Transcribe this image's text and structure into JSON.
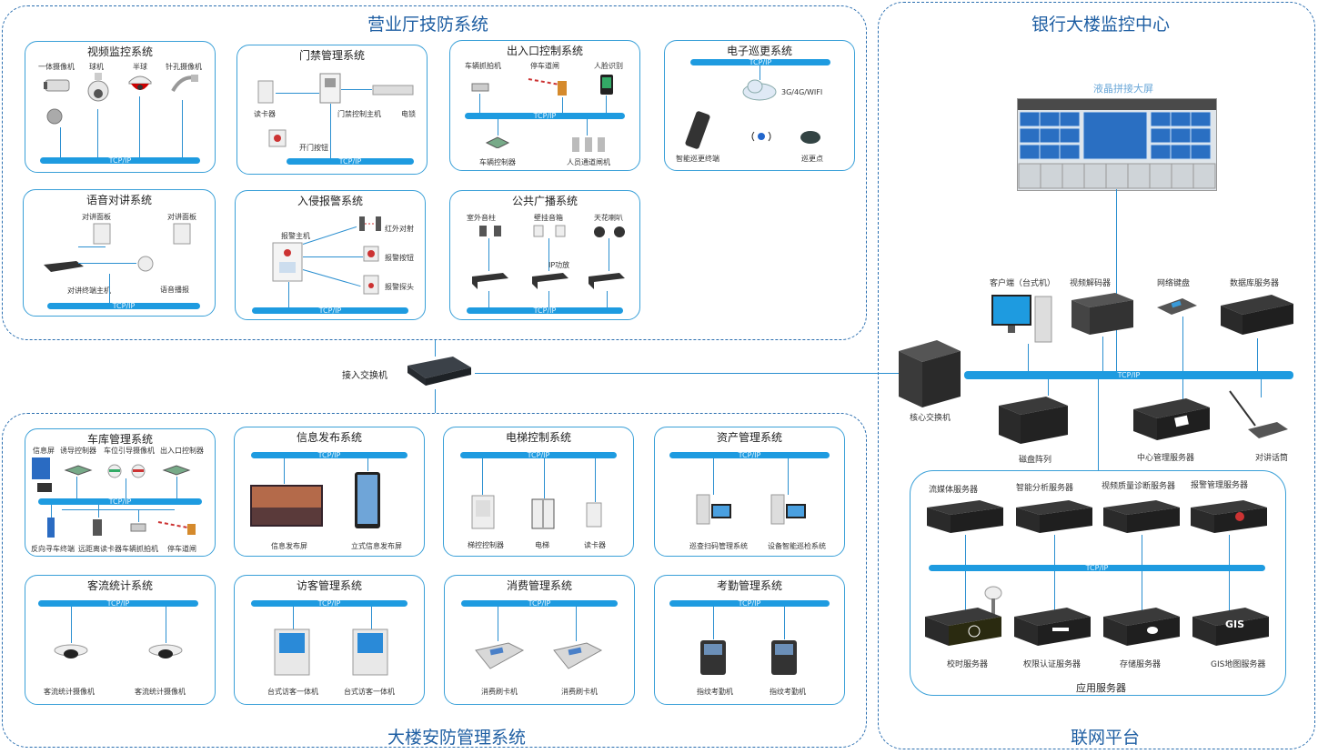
{
  "regions": {
    "bank_hall": "营业厅技防系统",
    "building": "大楼安防管理系统",
    "monitor_center": "银行大楼监控中心",
    "network_platform": "联网平台"
  },
  "systems": {
    "video": {
      "title": "视频监控系统",
      "bus": "TCP/IP",
      "devices": [
        "一体摄像机",
        "球机",
        "半球",
        "针孔摄像机"
      ]
    },
    "access": {
      "title": "门禁管理系统",
      "bus": "TCP/IP",
      "devices": [
        "读卡器",
        "门禁控制主机",
        "电锁",
        "开门按钮"
      ]
    },
    "entrance": {
      "title": "出入口控制系统",
      "bus": "TCP/IP",
      "devices": [
        "车辆抓拍机",
        "停车道闸",
        "人脸识别",
        "车辆控制器",
        "人员通道闸机"
      ]
    },
    "patrol": {
      "title": "电子巡更系统",
      "bus": "TCP/IP",
      "network": "3G/4G/WIFI",
      "devices": [
        "智能巡更终端",
        "巡更点"
      ]
    },
    "intercom": {
      "title": "语音对讲系统",
      "bus": "TCP/IP",
      "devices": [
        "对讲面板",
        "对讲面板",
        "对讲终端主机",
        "语音播报"
      ]
    },
    "intrusion": {
      "title": "入侵报警系统",
      "bus": "TCP/IP",
      "devices": [
        "报警主机",
        "红外对射",
        "报警按钮",
        "报警探头"
      ]
    },
    "broadcast": {
      "title": "公共广播系统",
      "bus": "TCP/IP",
      "devices": [
        "室外音柱",
        "壁挂音箱",
        "天花喇叭",
        "IP功放"
      ]
    },
    "garage": {
      "title": "车库管理系统",
      "bus": "TCP/IP",
      "devices": [
        "信息屏",
        "诱导控制器",
        "车位引导摄像机",
        "出入口控制器",
        "反向寻车终端",
        "远距离读卡器",
        "车辆抓拍机",
        "停车道闸"
      ]
    },
    "info": {
      "title": "信息发布系统",
      "bus": "TCP/IP",
      "devices": [
        "信息发布屏",
        "立式信息发布屏"
      ]
    },
    "elevator": {
      "title": "电梯控制系统",
      "bus": "TCP/IP",
      "devices": [
        "梯控控制器",
        "电梯",
        "读卡器"
      ]
    },
    "asset": {
      "title": "资产管理系统",
      "bus": "TCP/IP",
      "devices": [
        "巡查扫码管理系统",
        "设备智能巡检系统"
      ]
    },
    "traffic": {
      "title": "客流统计系统",
      "bus": "TCP/IP",
      "devices": [
        "客流统计摄像机",
        "客流统计摄像机"
      ]
    },
    "visitor": {
      "title": "访客管理系统",
      "bus": "TCP/IP",
      "devices": [
        "台式访客一体机",
        "台式访客一体机"
      ]
    },
    "consume": {
      "title": "消费管理系统",
      "bus": "TCP/IP",
      "devices": [
        "消费刷卡机",
        "消费刷卡机"
      ]
    },
    "attendance": {
      "title": "考勤管理系统",
      "bus": "TCP/IP",
      "devices": [
        "指纹考勤机",
        "指纹考勤机"
      ]
    }
  },
  "access_switch": "接入交换机",
  "center": {
    "videowall": "液晶拼接大屏",
    "core_switch": "核心交换机",
    "bus": "TCP/IP",
    "devices": [
      "客户端（台式机）",
      "视频解码器",
      "网络键盘",
      "数据库服务器",
      "磁盘阵列",
      "中心管理服务器",
      "对讲话筒"
    ]
  },
  "app_servers": {
    "title": "应用服务器",
    "bus": "TCP/IP",
    "top": [
      "流媒体服务器",
      "智能分析服务器",
      "视频质量诊断服务器",
      "报警管理服务器"
    ],
    "bottom": [
      "校时服务器",
      "权限认证服务器",
      "存储服务器",
      "GIS地图服务器"
    ],
    "gis_text": "GIS"
  },
  "colors": {
    "accent": "#1e9be0",
    "region_border": "#2b6fb0",
    "box_border": "#3aa0d8"
  }
}
